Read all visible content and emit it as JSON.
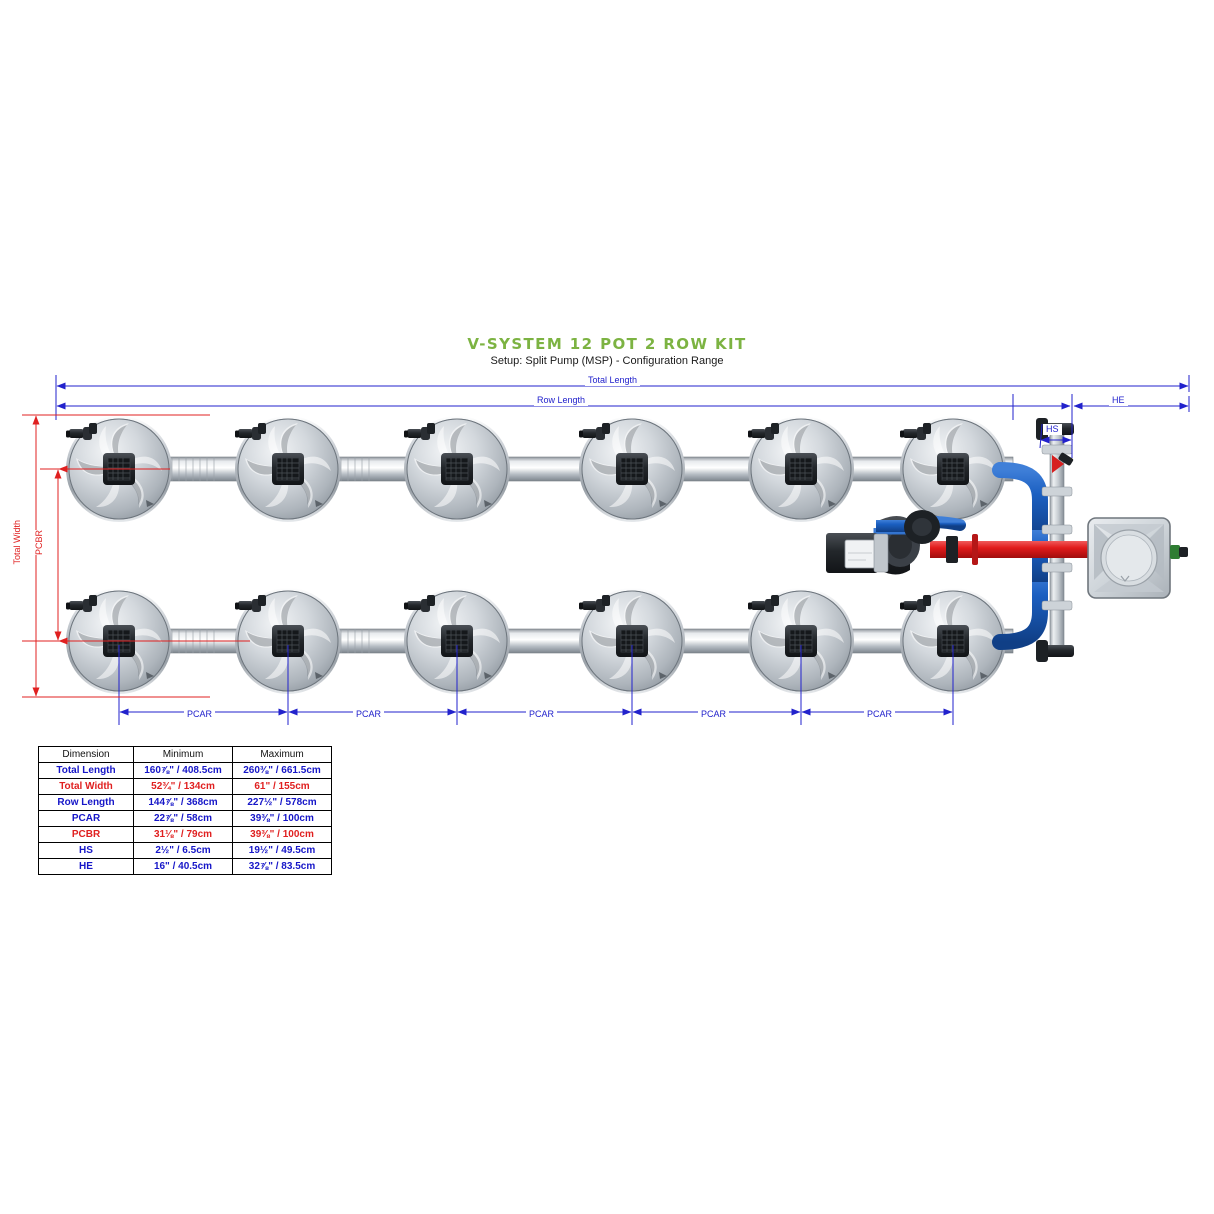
{
  "title": {
    "main": "V-SYSTEM 12 POT 2 ROW KIT",
    "sub": "Setup: Split Pump (MSP) - Configuration Range",
    "main_color": "#7cb342"
  },
  "diagram": {
    "dimension_labels": {
      "total_length": "Total Length",
      "row_length": "Row Length",
      "he": "HE",
      "hs": "HS",
      "total_width": "Total Width",
      "pcbr": "PCBR",
      "pcar": "PCAR"
    },
    "pcar_labels": [
      "PCAR",
      "PCAR",
      "PCAR",
      "PCAR",
      "PCAR"
    ],
    "pot_count": 12,
    "rows": 2,
    "pots_per_row": 6,
    "colors": {
      "dim_blue": "#2222cc",
      "dim_red": "#e02020",
      "pipe_blue": "#1b5fc1",
      "pipe_red": "#e11b1b",
      "pot_grey": "#b9bec4"
    }
  },
  "table": {
    "headers": [
      "Dimension",
      "Minimum",
      "Maximum"
    ],
    "rows": [
      {
        "label": "Total Length",
        "color": "blue",
        "min": "160⅞\" / 408.5cm",
        "max": "260⅜\" / 661.5cm"
      },
      {
        "label": "Total Width",
        "color": "red",
        "min": "52¾\" / 134cm",
        "max": "61\" / 155cm"
      },
      {
        "label": "Row Length",
        "color": "blue",
        "min": "144⅞\" / 368cm",
        "max": "227½\" / 578cm"
      },
      {
        "label": "PCAR",
        "color": "blue",
        "min": "22⅞\" / 58cm",
        "max": "39⅜\" / 100cm"
      },
      {
        "label": "PCBR",
        "color": "red",
        "min": "31⅛\" / 79cm",
        "max": "39⅜\" / 100cm"
      },
      {
        "label": "HS",
        "color": "blue",
        "min": "2½\" / 6.5cm",
        "max": "19½\" / 49.5cm"
      },
      {
        "label": "HE",
        "color": "blue",
        "min": "16\" / 40.5cm",
        "max": "32⅞\" / 83.5cm"
      }
    ]
  }
}
